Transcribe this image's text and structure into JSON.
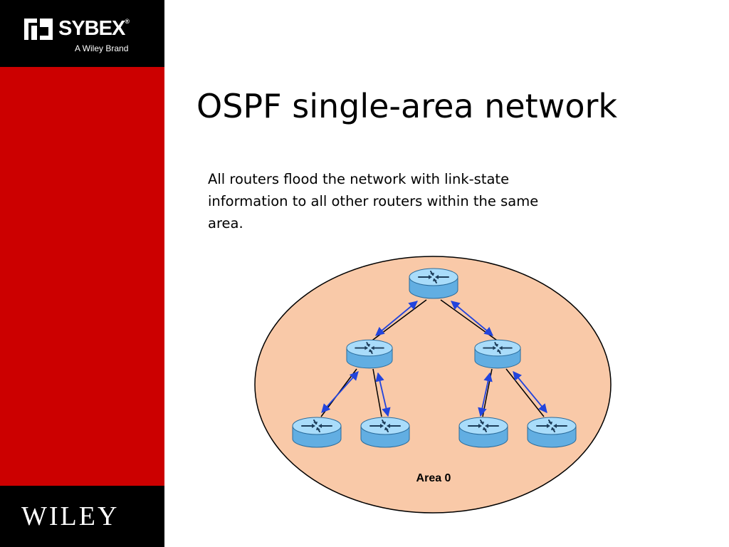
{
  "brand": {
    "logo_text": "SYBEX",
    "logo_reg": "®",
    "tagline": "A Wiley Brand",
    "footer_logo": "WILEY"
  },
  "slide": {
    "title": "OSPF single-area network",
    "body": "All routers flood the network with link-state information to all other routers within the same area."
  },
  "diagram": {
    "area_label": "Area 0",
    "area_fill": "#f9c9a8",
    "router_color": "#7cc4f0",
    "arrow_color": "#2244dd",
    "routers": [
      "router-top",
      "router-mid-left",
      "router-mid-right",
      "router-bottom-1",
      "router-bottom-2",
      "router-bottom-3",
      "router-bottom-4"
    ]
  },
  "colors": {
    "sidebar": "#cc0000",
    "logo_band": "#000000"
  }
}
